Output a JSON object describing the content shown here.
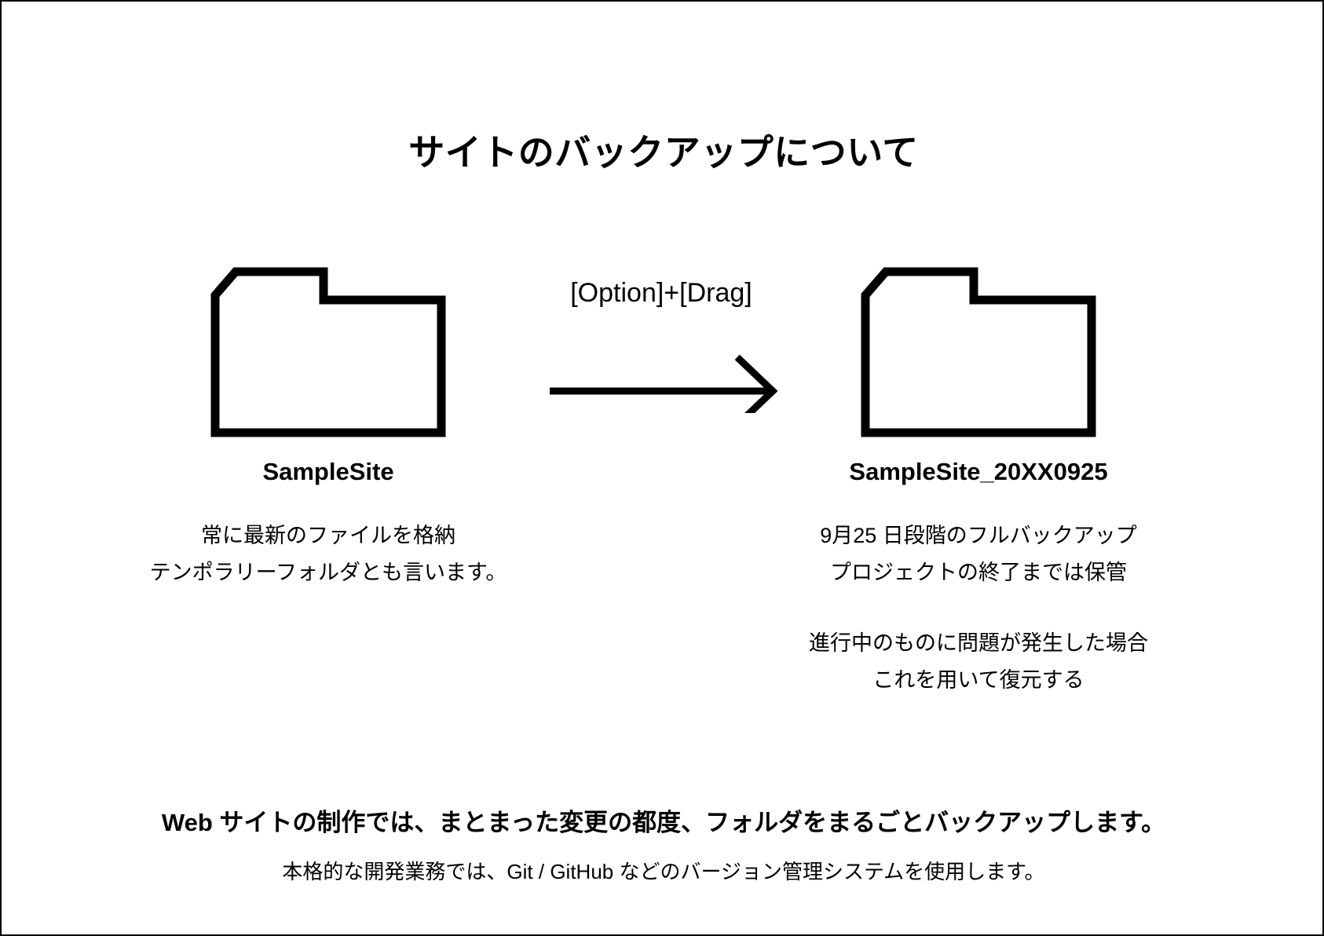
{
  "page": {
    "background_color": "#ffffff",
    "border_color": "#000000",
    "text_color": "#000000",
    "title": "サイトのバックアップについて"
  },
  "arrow": {
    "label": "[Option]+[Drag]",
    "icon": "arrow-right-icon",
    "color": "#000000"
  },
  "folders": [
    {
      "icon": "folder-icon",
      "label": "SampleSite",
      "notes": [
        [
          "常に最新のファイルを格納",
          "テンポラリーフォルダとも言います。"
        ]
      ]
    },
    {
      "icon": "folder-icon",
      "label": "SampleSite_20XX0925",
      "notes": [
        [
          "9月25 日段階のフルバックアップ",
          "プロジェクトの終了までは保管"
        ],
        [
          "進行中のものに問題が発生した場合",
          "これを用いて復元する"
        ]
      ]
    }
  ],
  "footer": {
    "main": "Web サイトの制作では、まとまった変更の都度、フォルダをまるごとバックアップします。",
    "sub": "本格的な開発業務では、Git / GitHub などのバージョン管理システムを使用します。"
  }
}
